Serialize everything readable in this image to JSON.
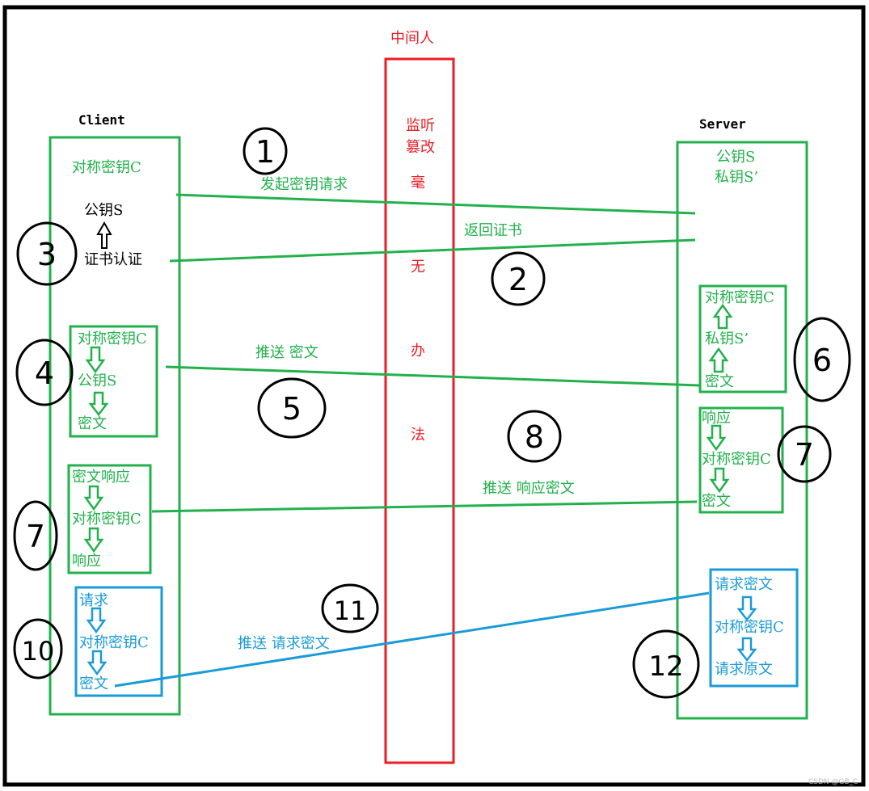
{
  "roles": {
    "client": "Client",
    "server": "Server",
    "mitm": "中间人"
  },
  "mitm_text": [
    "监听",
    "篡改",
    "毫",
    "无",
    "办",
    "法"
  ],
  "client": {
    "key_c": "对称密钥C",
    "pubkey_s": "公钥S",
    "cert_verify": "证书认证",
    "box4": [
      "对称密钥C",
      "公钥S",
      "密文"
    ],
    "box7": [
      "密文响应",
      "对称密钥C",
      "响应"
    ],
    "box10": [
      "请求",
      "对称密钥C",
      "密文"
    ]
  },
  "server": {
    "pubkey_s": "公钥S",
    "privkey_s": "私钥S’",
    "box6": [
      "对称密钥C",
      "私钥S’",
      "密文"
    ],
    "box7": [
      "响应",
      "对称密钥C",
      "密文"
    ],
    "box12": [
      "请求密文",
      "对称密钥C",
      "请求原文"
    ]
  },
  "arrows": {
    "step1": "发起密钥请求",
    "step2": "返回证书",
    "step5": "推送  密文",
    "step8": "推送  响应密文",
    "step11": "推送  请求密文"
  },
  "steps": [
    "1",
    "2",
    "3",
    "4",
    "5",
    "6",
    "7",
    "7",
    "8",
    "10",
    "11",
    "12"
  ],
  "colors": {
    "green": "#22b14c",
    "red": "#ed1c24",
    "blue": "#1a9bd7",
    "black": "#000000"
  },
  "watermark": "CSDN @GB_C"
}
